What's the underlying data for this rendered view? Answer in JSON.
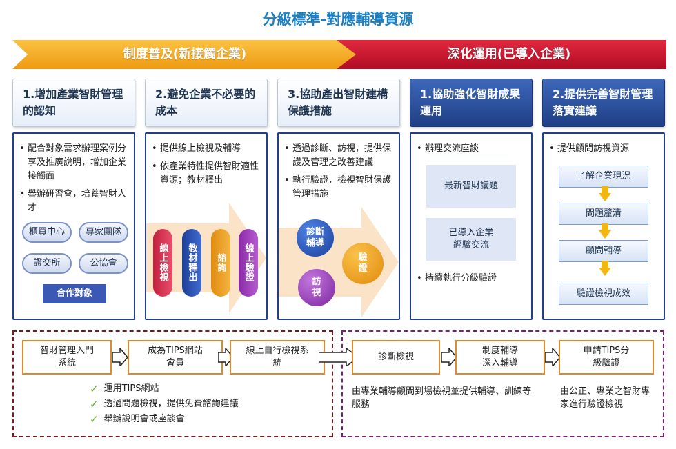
{
  "title": "分級標準-對應輔導資源",
  "banners": {
    "left": "制度普及(新接觸企業)",
    "right": "深化運用(已導入企業)",
    "left_color": "#f4a81c",
    "right_color": "#c8102e"
  },
  "cards": [
    {
      "heading": "1.增加產業智財管理的認知",
      "bullets": [
        "配合對象需求辦理案例分享及推廣說明，增加企業接觸面",
        "舉辦研習會，培養智財人才"
      ],
      "partners": [
        "櫃買中心",
        "專家團隊",
        "證交所",
        "公協會"
      ],
      "partner_label": "合作對象"
    },
    {
      "heading": "2.避免企業不必要的成本",
      "bullets": [
        "提供線上檢視及輔導",
        "依產業特性提供智財適性資源；教材釋出"
      ],
      "ovals": [
        "線上檢視",
        "教材釋出",
        "諮詢",
        "線上驗證"
      ]
    },
    {
      "heading": "3.協助產出智財建構保護措施",
      "bullets": [
        "透過診斷、訪視，提供保護及管理之改善建議",
        "執行驗證，檢視智財保護管理措施"
      ],
      "circles": [
        "診斷輔導",
        "驗證",
        "訪視"
      ]
    },
    {
      "heading": "1.協助強化智財成果運用",
      "bullets": [
        "辦理交流座談",
        "持續執行分級驗證"
      ],
      "boxes": [
        "最新智財議題",
        "已導入企業經驗交流"
      ]
    },
    {
      "heading": "2.提供完善智財管理落實建議",
      "bullets": [
        "提供顧問訪視資源"
      ],
      "flow": [
        "了解企業現況",
        "問題釐清",
        "顧問輔導",
        "驗證檢視成效"
      ]
    }
  ],
  "bottom": {
    "left_steps": [
      "智財管理入門系統",
      "成為TIPS網站會員",
      "線上自行檢視系統"
    ],
    "checks": [
      "運用TIPS網站",
      "透過問題檢視，提供免費諮詢建議",
      "舉辦說明會或座談會"
    ],
    "right_steps": [
      "診斷檢視",
      "制度輔導深入輔導",
      "申請TIPS分級驗證"
    ],
    "notes": [
      "由專業輔導顧問到場檢視並提供輔導、訓練等服務",
      "由公正、專業之智財專家進行驗證檢視"
    ]
  }
}
